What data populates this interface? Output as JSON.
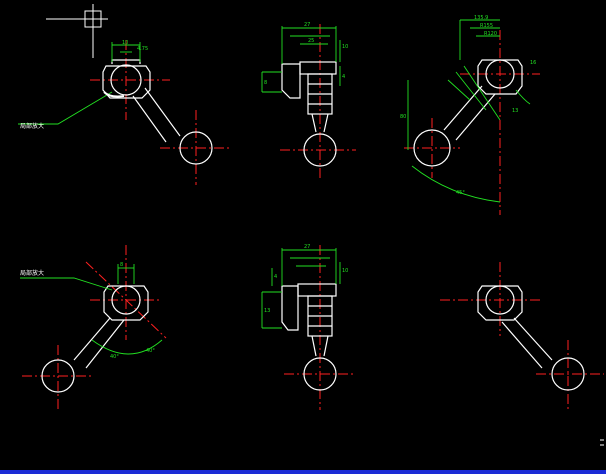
{
  "labels": {
    "left_callout_top": "局部放大",
    "left_callout_bottom": "局部放大"
  },
  "dims": {
    "d_top1": "27",
    "d_top2": "10",
    "d_a": "4.75",
    "d_b": "25",
    "d_c": "8",
    "d_r1": "135.9",
    "d_r2": "R155",
    "d_r3": "R120",
    "d_ang1": "45°",
    "d_ang2": "40°",
    "d_ang3": "40°",
    "d_len": "80",
    "d_s1": "10",
    "d_s2": "13",
    "d_s3": "16",
    "d_s4": "4"
  },
  "colors": {
    "background": "#000000",
    "outline": "#ffffff",
    "centerline": "#ff2020",
    "dimension": "#22e022",
    "statusbar": "#1b2bd6"
  }
}
